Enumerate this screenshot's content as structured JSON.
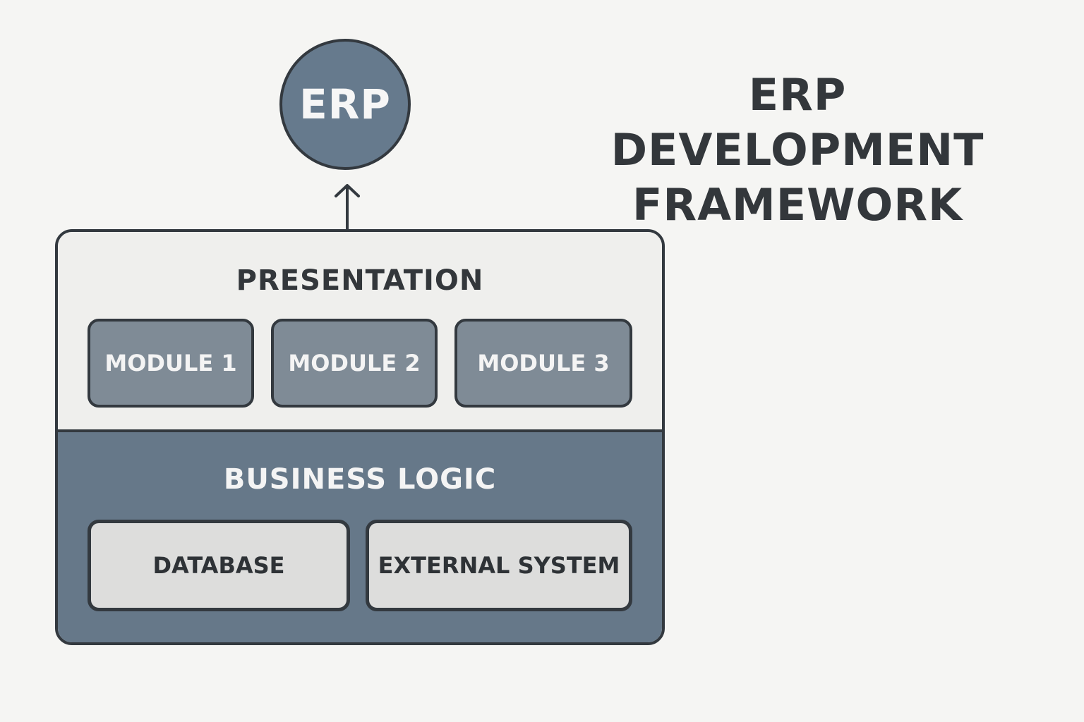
{
  "diagram": {
    "title_line1": "ERP DEVELOPMENT",
    "title_line2": "FRAMEWORK",
    "top_node": {
      "label": "ERP",
      "fill": "#667a8d"
    },
    "connector": {
      "type": "arrow",
      "direction": "up",
      "from": "framework",
      "to": "ERP"
    },
    "layers": {
      "presentation": {
        "label": "PRESENTATION",
        "fill": "#efefed",
        "modules": [
          "MODULE 1",
          "MODULE 2",
          "MODULE 3"
        ]
      },
      "business_logic": {
        "label": "BUSINESS LOGIC",
        "fill": "#667889",
        "components": [
          "DATABASE",
          "EXTERNAL SYSTEM"
        ]
      }
    },
    "colors": {
      "background": "#f5f5f3",
      "stroke": "#33393f",
      "module_fill": "#7f8b96",
      "component_fill": "#dddddc",
      "title_text": "#33373b"
    }
  }
}
